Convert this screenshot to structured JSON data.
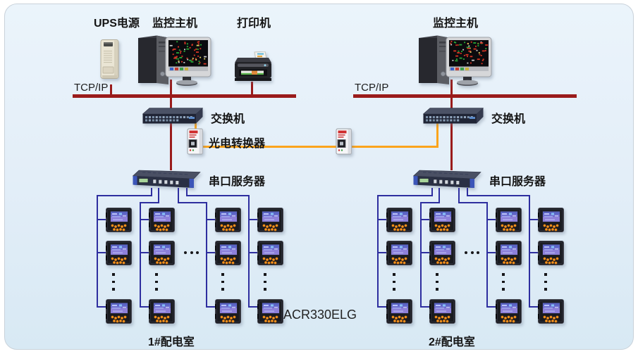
{
  "top_devices": {
    "ups_label": "UPS电源",
    "host_label": "监控主机",
    "printer_label": "打印机"
  },
  "network": {
    "tcpip_label": "TCP/IP",
    "switch_label": "交换机",
    "converter_label": "光电转换器",
    "serial_server_label": "串口服务器"
  },
  "meters": {
    "model_label": "ACR330ELG",
    "columns_per_room": 4,
    "visible_rows_per_column": 3,
    "continuation_mark_vertical": "⋮",
    "continuation_mark_horizontal": "...",
    "rooms": [
      {
        "name": "1#配电室"
      },
      {
        "name": "2#配电室"
      }
    ]
  },
  "colors": {
    "panel_background": "#E3EEF8",
    "tcpip_bus": "#9A1B1B",
    "serial_line": "#2E2E9F",
    "fiber_link": "#FBA41C"
  }
}
